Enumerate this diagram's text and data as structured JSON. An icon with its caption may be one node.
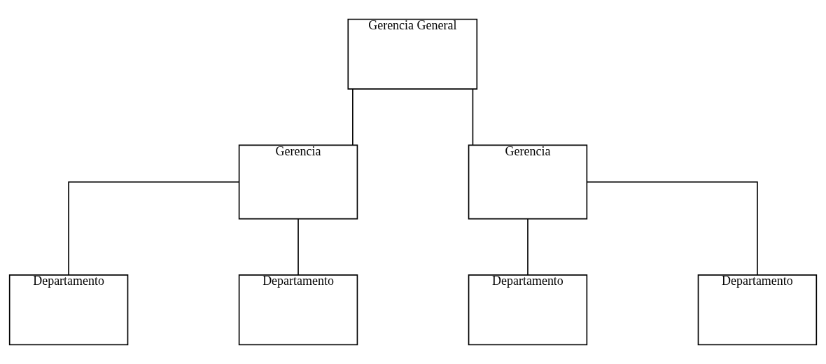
{
  "diagram": {
    "nodes": [
      {
        "text": [
          "Gerencia General"
        ]
      },
      {
        "text": [
          "Gerencia"
        ]
      },
      {
        "text": [
          "Gerencia"
        ]
      },
      {
        "text": [
          "Departamento"
        ]
      },
      {
        "text": [
          "Departamento"
        ]
      },
      {
        "text": [
          "Departamento"
        ]
      },
      {
        "text": [
          "Departamento"
        ]
      }
    ],
    "edges": [
      {
        "from": 0,
        "to": 1,
        "arrow": "none"
      },
      {
        "from": 0,
        "to": 2,
        "arrow": "none"
      },
      {
        "from": 1,
        "to": 3,
        "arrow": "none"
      },
      {
        "from": 1,
        "to": 4,
        "arrow": "none"
      },
      {
        "from": 2,
        "to": 5,
        "arrow": "none"
      },
      {
        "from": 2,
        "to": 6,
        "arrow": "none"
      }
    ]
  }
}
